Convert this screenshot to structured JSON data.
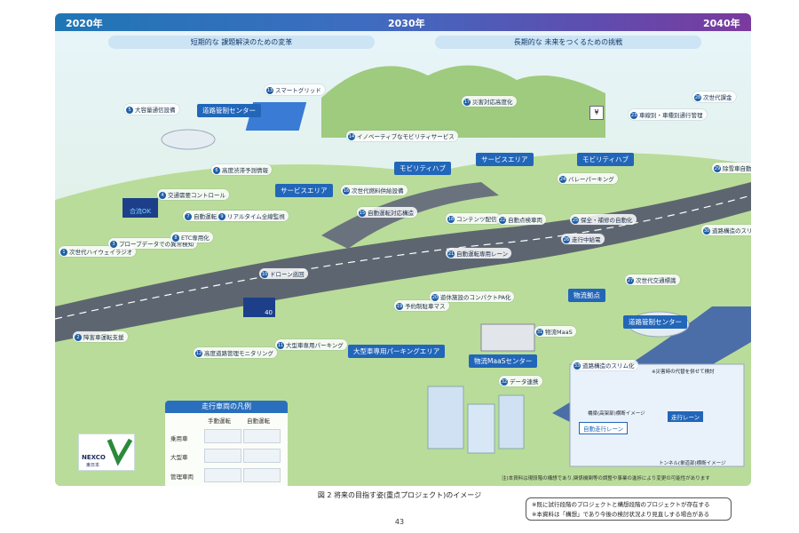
{
  "timeline": {
    "y2020": "2020年",
    "y2030": "2030年",
    "y2040": "2040年"
  },
  "phases": {
    "short": "短期的な 課題解決のための変革",
    "long": "長期的な 未来をつくるための挑戦"
  },
  "zones": {
    "road_control_1": "道路管制センター",
    "service_area_1": "サービスエリア",
    "mobility_hub_1": "モビリティハブ",
    "service_area_2": "サービスエリア",
    "mobility_hub_2": "モビリティハブ",
    "logistics_base": "物流拠点",
    "road_control_2": "道路管制センター",
    "truck_parking": "大型車専用パーキングエリア",
    "logistics_maas": "物流MaaSセンター"
  },
  "items": [
    {
      "n": "1",
      "text": "次世代ハイウェイラジオ"
    },
    {
      "n": "2",
      "text": "障害車運転支援"
    },
    {
      "n": "3",
      "text": "プローブデータでの異常検知"
    },
    {
      "n": "4",
      "text": "交通需要コントロール"
    },
    {
      "n": "5",
      "text": "大容量通信設備"
    },
    {
      "n": "6",
      "text": "高度渋滞予測情報"
    },
    {
      "n": "7",
      "text": "自動運転車両の合流支援"
    },
    {
      "n": "8",
      "text": "ETC専用化"
    },
    {
      "n": "9",
      "text": "リアルタイム全線監視"
    },
    {
      "n": "10",
      "text": "ドローン巡回"
    },
    {
      "n": "11",
      "text": "大型車専用パーキング"
    },
    {
      "n": "12",
      "text": "高度道路管理モニタリング"
    },
    {
      "n": "13",
      "text": "スマートグリッド"
    },
    {
      "n": "14",
      "text": "イノベーティブなモビリティサービス"
    },
    {
      "n": "15",
      "text": "自動運転対応構造"
    },
    {
      "n": "16",
      "text": "次世代燃料供給設備"
    },
    {
      "n": "17",
      "text": "災害対応高度化"
    },
    {
      "n": "18",
      "text": "コンテンツ配信"
    },
    {
      "n": "19",
      "text": "予約制駐車マス"
    },
    {
      "n": "20",
      "text": "遊休施設のコンパクトPA化"
    },
    {
      "n": "21",
      "text": "自動運転専用レーン"
    },
    {
      "n": "22",
      "text": "自動点検車両"
    },
    {
      "n": "23",
      "text": "車線別・車種別通行管理"
    },
    {
      "n": "24",
      "text": "バレーパーキング"
    },
    {
      "n": "25",
      "text": "保全・補修の自動化"
    },
    {
      "n": "26",
      "text": "走行中給電"
    },
    {
      "n": "27",
      "text": "次世代交通標識"
    },
    {
      "n": "28",
      "text": "次世代課金"
    },
    {
      "n": "29",
      "text": "除雪車自動制御"
    },
    {
      "n": "30",
      "text": "道路構造のスリム化"
    },
    {
      "n": "31",
      "text": "物流MaaS"
    },
    {
      "n": "32",
      "text": "データ連携"
    },
    {
      "n": "33",
      "text": "道路構造のスリム化"
    }
  ],
  "signs": {
    "merge_ok": "合流OK",
    "speed": "40",
    "yen": "¥"
  },
  "inset": {
    "note": "※災害時の代替を併せて検討",
    "bridge": "橋梁(高架部)横断イメージ",
    "lane_auto": "走行レーン",
    "lane_auto2": "自動走行レーン",
    "tunnel": "トンネル(単道部)横断イメージ"
  },
  "legend": {
    "title": "走行車両の凡例",
    "col_manual": "手動運転",
    "col_auto": "自動運転",
    "row_car": "乗用車",
    "row_truck": "大型車",
    "row_mgmt": "管理車両"
  },
  "logo": {
    "brand": "NEXCO",
    "sub": "東日本"
  },
  "source_note": "注)本資料は現段階の構想であり,関係機関等の調整や事業の進捗により変更の可能性があります",
  "caption": "図 2 将来の目指す姿(重点プロジェクト)のイメージ",
  "notes": [
    "※既に試行段階のプロジェクトと構想段階のプロジェクトが存在する",
    "※本資料は「構想」であり今後の検討状況より見直しする場合がある"
  ],
  "page_number": "43",
  "colors": {
    "primary_blue": "#2266b9",
    "grass": "#a8d28a",
    "road": "#5d6670"
  }
}
